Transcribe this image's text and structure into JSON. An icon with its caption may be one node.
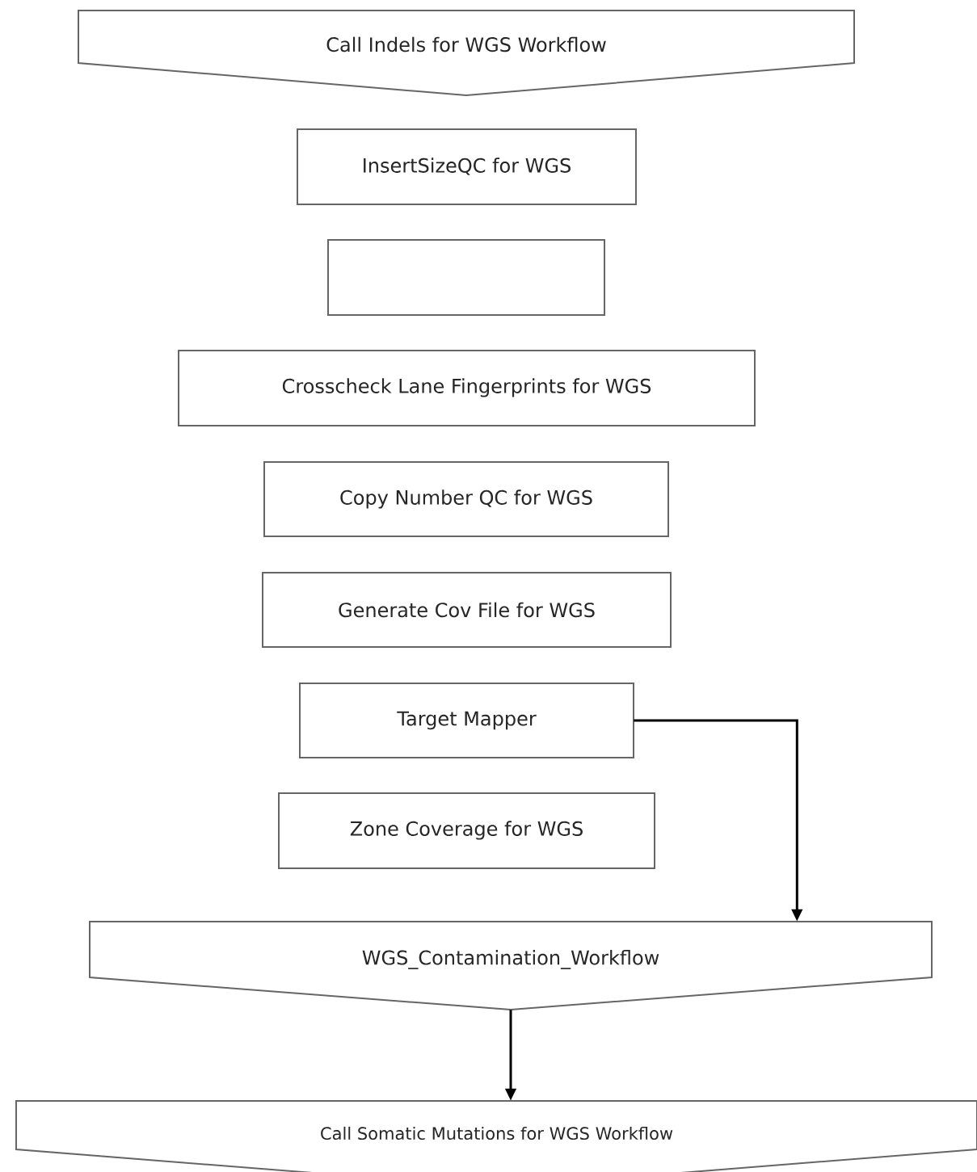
{
  "diagram": {
    "nodes": [
      {
        "text": [
          "Call Indels for WGS Workflow"
        ]
      },
      {
        "text": [
          "InsertSizeQC for WGS"
        ]
      },
      {
        "text": [],
        "shape": "box"
      },
      {
        "text": [
          "Crosscheck Lane Fingerprints for WGS"
        ]
      },
      {
        "text": [
          "Copy Number QC for WGS"
        ]
      },
      {
        "text": [
          "Generate Cov File for WGS"
        ]
      },
      {
        "text": [
          "Target Mapper"
        ]
      },
      {
        "text": [
          "Zone Coverage for WGS"
        ]
      },
      {
        "text": [
          "WGS_Contamination_Workflow"
        ]
      },
      {
        "text": [
          "Call Somatic Mutations for WGS Workflow"
        ]
      }
    ],
    "edges": [
      {
        "from": 6,
        "to": 8,
        "arrow": "to"
      },
      {
        "from": 8,
        "to": 9,
        "arrow": "to"
      }
    ]
  }
}
